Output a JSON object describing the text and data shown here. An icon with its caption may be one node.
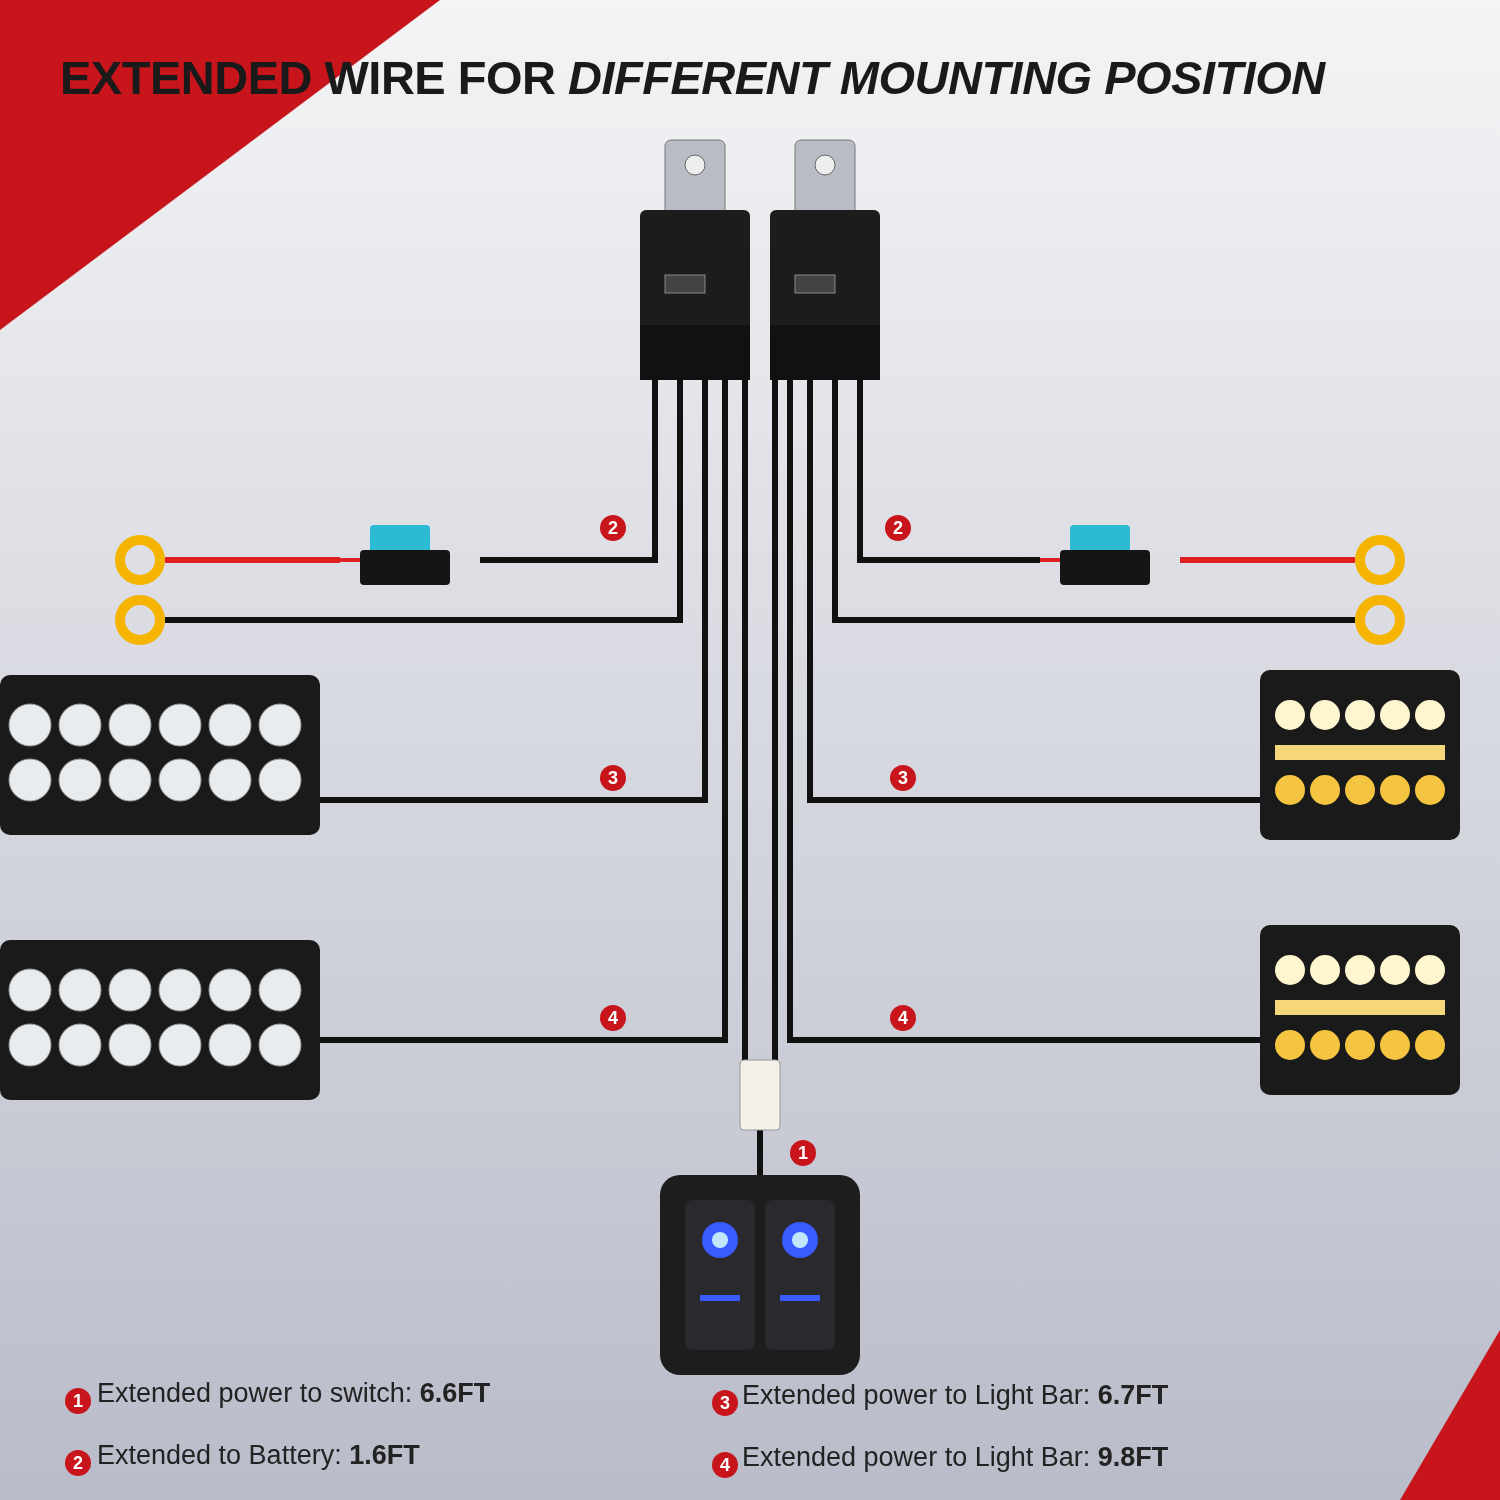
{
  "diagram": {
    "title": "EXTENDED WIRE FOR *DIFFERENT MOUNTING POSITION*",
    "nodes": [
      {
        "text": [],
        "shape": "box"
      },
      {
        "text": [],
        "shape": "box"
      },
      {
        "text": [],
        "shape": "box"
      },
      {
        "text": [],
        "shape": "box"
      },
      {
        "text": [],
        "shape": "circle"
      },
      {
        "text": [],
        "shape": "circle"
      },
      {
        "text": [],
        "shape": "circle"
      },
      {
        "text": [],
        "shape": "circle"
      },
      {
        "text": [],
        "shape": "bar"
      },
      {
        "text": [],
        "shape": "bar"
      },
      {
        "text": [],
        "shape": "box"
      },
      {
        "text": [],
        "shape": "box"
      },
      {
        "text": [],
        "shape": "box"
      },
      {
        "text": [],
        "shape": "box"
      }
    ],
    "edges": [
      {
        "from": 0,
        "to": 2,
        "arrow": "none",
        "label": "2"
      },
      {
        "from": 2,
        "to": 4,
        "arrow": "none",
        "color": "#e02020"
      },
      {
        "from": 0,
        "to": 5,
        "arrow": "none"
      },
      {
        "from": 1,
        "to": 3,
        "arrow": "none",
        "label": "2"
      },
      {
        "from": 3,
        "to": 6,
        "arrow": "none",
        "color": "#e02020"
      },
      {
        "from": 1,
        "to": 7,
        "arrow": "none"
      },
      {
        "from": 0,
        "to": 8,
        "arrow": "none",
        "label": "3"
      },
      {
        "from": 1,
        "to": 10,
        "arrow": "none",
        "label": "3"
      },
      {
        "from": 0,
        "to": 9,
        "arrow": "none",
        "label": "4"
      },
      {
        "from": 1,
        "to": 11,
        "arrow": "none",
        "label": "4"
      },
      {
        "from": 12,
        "to": 13,
        "arrow": "none",
        "label": "1"
      },
      {
        "from": 0,
        "to": 12,
        "arrow": "none"
      },
      {
        "from": 1,
        "to": 12,
        "arrow": "none"
      }
    ],
    "labels": [
      "1",
      "Extended power to switch: **6.6FT**",
      "3",
      "Extended power to Light Bar: **6.7FT**",
      "2",
      "Extended to Battery: **1.6FT**",
      "4",
      "Extended power to Light Bar: **9.8FT**"
    ]
  }
}
